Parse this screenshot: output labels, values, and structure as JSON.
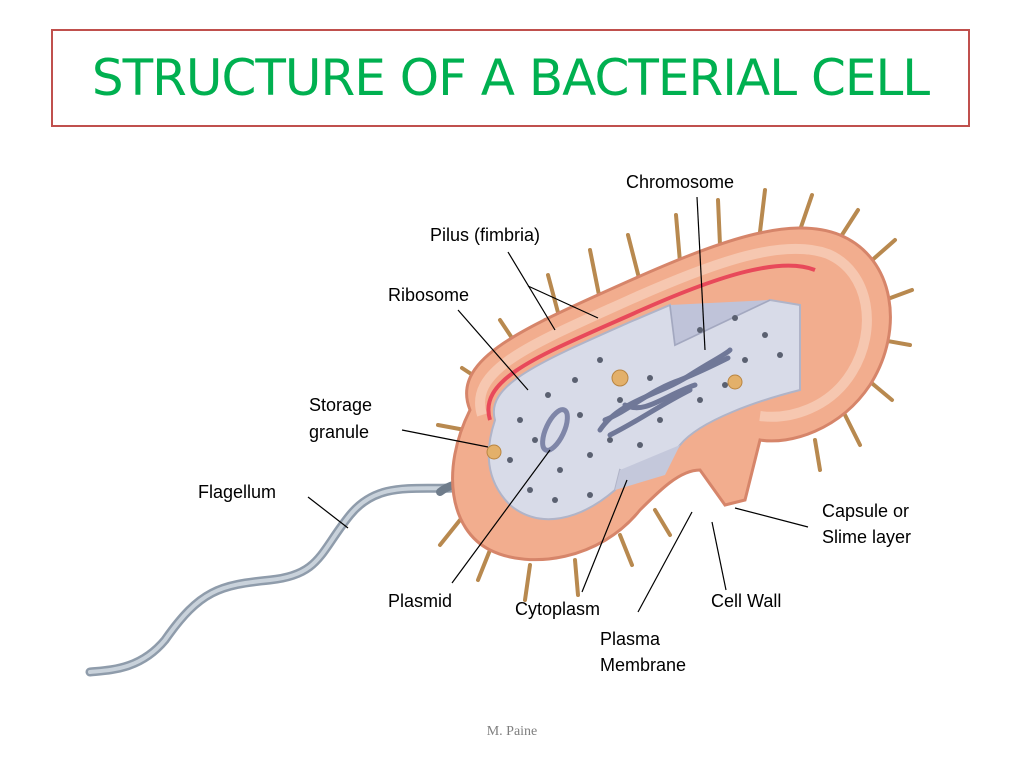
{
  "title": "STRUCTURE OF A BACTERIAL CELL",
  "labels": {
    "chromosome": "Chromosome",
    "pilus": "Pilus (fimbria)",
    "ribosome": "Ribosome",
    "storage_line1": "Storage",
    "storage_line2": "granule",
    "flagellum": "Flagellum",
    "capsule_line1": "Capsule or",
    "capsule_line2": "Slime layer",
    "plasmid": "Plasmid",
    "cytoplasm": "Cytoplasm",
    "cell_wall": "Cell Wall",
    "membrane_line1": "Plasma",
    "membrane_line2": "Membrane"
  },
  "footer": "M. Paine",
  "colors": {
    "title": "#00b050",
    "title_border": "#c0504d",
    "capsule": "#f0a98a",
    "capsule_dark": "#d98a6c",
    "cytoplasm": "#d9dbe8",
    "membrane": "#e8495a",
    "chromosome": "#7f86a8",
    "flagellum": "#9aa7b5"
  }
}
